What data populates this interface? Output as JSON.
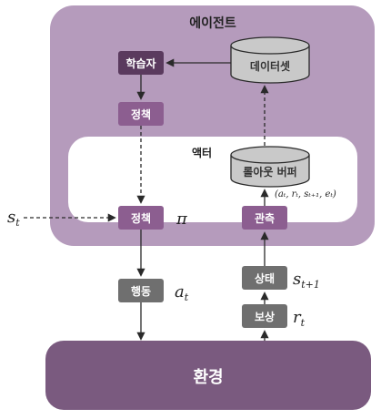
{
  "colors": {
    "agent_fill": "#b59bbc",
    "env_fill": "#7a5a7f",
    "dark_box": "#5a3a5e",
    "policy_box": "#8c5e90",
    "gray_box": "#6f6f6f",
    "inner_fill": "#ffffff",
    "db_fill": "#c9c9c9"
  },
  "agent": {
    "title": "에이전트"
  },
  "actor": {
    "title": "액터"
  },
  "environment": {
    "label": "환경"
  },
  "boxes": {
    "learner": "학습자",
    "policy_top": "정책",
    "policy": "정책",
    "observe": "관측",
    "action": "행동",
    "state": "상태",
    "reward": "보상"
  },
  "databases": {
    "dataset": "데이터셋",
    "rollout_buffer": "롤아웃 버퍼"
  },
  "symbols": {
    "pi": "π",
    "s_t": {
      "base": "s",
      "sub": "t"
    },
    "a_t": {
      "base": "a",
      "sub": "t"
    },
    "s_t1": {
      "base": "s",
      "sub": "t+1"
    },
    "r_t": {
      "base": "r",
      "sub": "t"
    },
    "tuple": "(aₜ, rₜ, sₜ₊₁, eₜ)"
  }
}
